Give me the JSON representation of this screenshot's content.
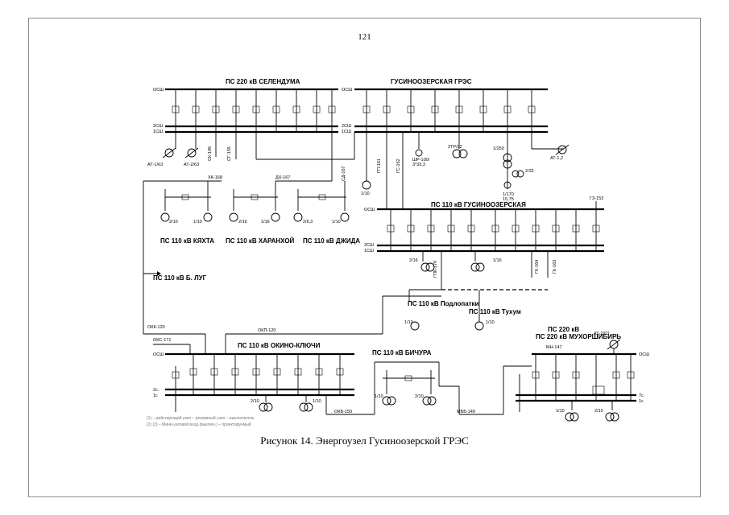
{
  "page_number": "121",
  "caption": "Рисунок 14. Энергоузел Гусиноозерской ГРЭС",
  "legend": {
    "line1": "(1) – действующий узел     – резервный узел     – выключатель",
    "line2": "(2) (3) – Мини-узловой вход (выключ.)     – проектируемый"
  },
  "substations": {
    "selendumа": "ПС 220 кВ СЕЛЕНДУМА",
    "gres": "ГУСИНООЗЕРСКАЯ ГРЭС",
    "gusinoozerskaya": "ПС 110 кВ ГУСИНООЗЕРСКАЯ",
    "kyakhta": "ПС 110 кВ КЯХТА",
    "kharankhoy": "ПС 110 кВ ХАРАНХОЙ",
    "dzhida": "ПС 110 кВ ДЖИДА",
    "b_lug": "ПС 110 кВ Б. ЛУГ",
    "podlopatki": "ПС 110 кВ Подлопатки",
    "tukhum": "ПС 110 кВ Тухум",
    "okino": "ПС 110 кВ ОКИНО-КЛЮЧИ",
    "bichura": "ПС 110 кВ БИЧУРА",
    "mukhorshibir": "ПС 220 кВ МУХОРШИБИРЬ"
  },
  "bus_labels": {
    "ossh": "ОСШ",
    "ssh2": "2СШ",
    "ssh1": "1СШ",
    "c2": "2с.",
    "c1": "1с",
    "c7": "7с."
  },
  "line_labels": {
    "xk168": "ХК-168",
    "dh167": "ДХ-167",
    "okk120": "ОКК-120",
    "okp120": "ОКП-120",
    "oks171": "ОКС-171",
    "okb150": "ОКБ-150",
    "mbb149": "МББ-149",
    "mn147": "МН-147",
    "gs153": "ГЗ-153",
    "gk164": "ГК-164",
    "gk163": "ГК-163",
    "gpg170": "ГПК-170",
    "sd167": "СД-167",
    "gp161": "ГП-161",
    "gs162": "ГС-162",
    "sk196": "СК-196",
    "sg155": "СГ-155"
  },
  "equipment": {
    "at1_63": "АТ-1/63",
    "at2_63": "АТ-2/63",
    "at1_2": "АТ-1,2",
    "at2_63m": "АТ-2/63",
    "shr": "ШР-100/",
    "shr2": "3*33,3",
    "t2tr32": "2ТР/32",
    "t1_250": "1/250",
    "t1_170": "1/170",
    "t1_170b": "15,75",
    "t2_32": "2/32",
    "t1_10g": "1/10",
    "t2_10k": "2/10",
    "t1_10k": "1/10",
    "t2_16h": "2/16",
    "t1_16h": "1/16",
    "t2_63d": "2/6,3",
    "t1_10d": "1/10",
    "t2_16g": "2/16",
    "t1_16g": "1/16",
    "t1_10p": "1/10",
    "t1_10t": "1/10",
    "t2_10o": "2/10",
    "t1_10o": "1/10",
    "t1_10b": "1/10",
    "t2_10b": "2/10",
    "t1_10m": "1/10",
    "t2_10m": "2/10"
  }
}
